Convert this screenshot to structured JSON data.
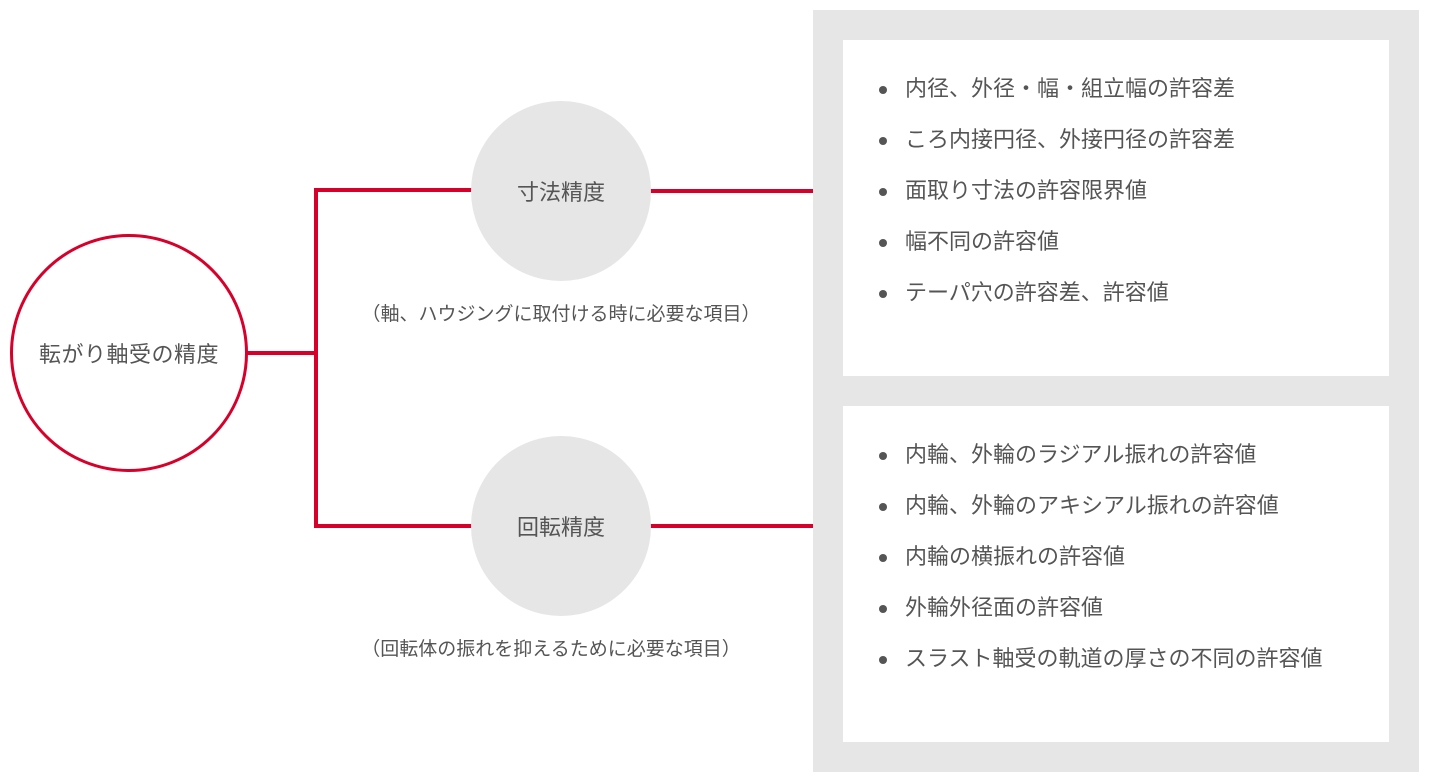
{
  "diagram": {
    "root": {
      "label": "転がり軸受の精度"
    },
    "branches": [
      {
        "label": "寸法精度",
        "caption": "（軸、ハウジングに取付ける時に必要な項目）",
        "items": [
          "内径、外径・幅・組立幅の許容差",
          "ころ内接円径、外接円径の許容差",
          "面取り寸法の許容限界値",
          "幅不同の許容値",
          "テーパ穴の許容差、許容値"
        ]
      },
      {
        "label": "回転精度",
        "caption": "（回転体の振れを抑えるために必要な項目）",
        "items": [
          "内輪、外輪のラジアル振れの許容値",
          "内輪、外輪のアキシアル振れの許容値",
          "内輪の横振れの許容値",
          "外輪外径面の許容値",
          "スラスト軸受の軌道の厚さの不同の許容値"
        ]
      }
    ],
    "colors": {
      "accent": "#D7002A",
      "node_fill": "#E6E6E6",
      "panel_fill": "#E6E6E6",
      "text": "#555555"
    }
  }
}
